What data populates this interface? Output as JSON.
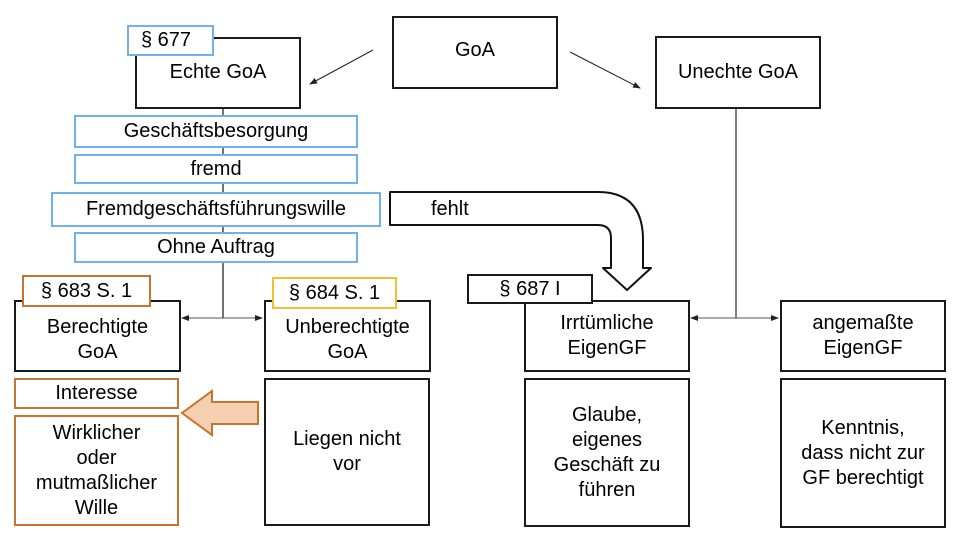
{
  "diagram": {
    "root": {
      "label": "GoA"
    },
    "echte": {
      "label": "Echte GoA",
      "paragraph": "§ 677",
      "conditions": [
        "Geschäftsbesorgung",
        "fremd",
        "Fremdgeschäftsführungswille",
        "Ohne Auftrag"
      ],
      "berechtigte": {
        "paragraph": "§ 683 S. 1",
        "label": "Berechtigte\nGoA",
        "criteria": [
          "Interesse",
          "Wirklicher\noder\nmutmaßlicher\nWille"
        ]
      },
      "unberechtigte": {
        "paragraph": "§ 684 S. 1",
        "label": "Unberechtigte\nGoA",
        "note": "Liegen nicht\nvor"
      }
    },
    "unechte": {
      "label": "Unechte GoA",
      "irrtuemliche": {
        "paragraph": "§ 687 I",
        "label": "Irrtümliche\nEigenGF",
        "note": "Glaube,\neigenes\nGeschäft zu\nführen"
      },
      "angemasste": {
        "label": "angemaßte\nEigenGF",
        "note": "Kenntnis,\ndass nicht zur\nGF berechtigt"
      }
    },
    "missing_arrow_label": "fehlt"
  },
  "colors": {
    "black_border": "#1a1a1a",
    "blue_border": "#6fb1e8",
    "orange_border": "#c8732e",
    "yellow_border": "#f0c030",
    "orange_arrow_fill": "#f4d0b0"
  }
}
